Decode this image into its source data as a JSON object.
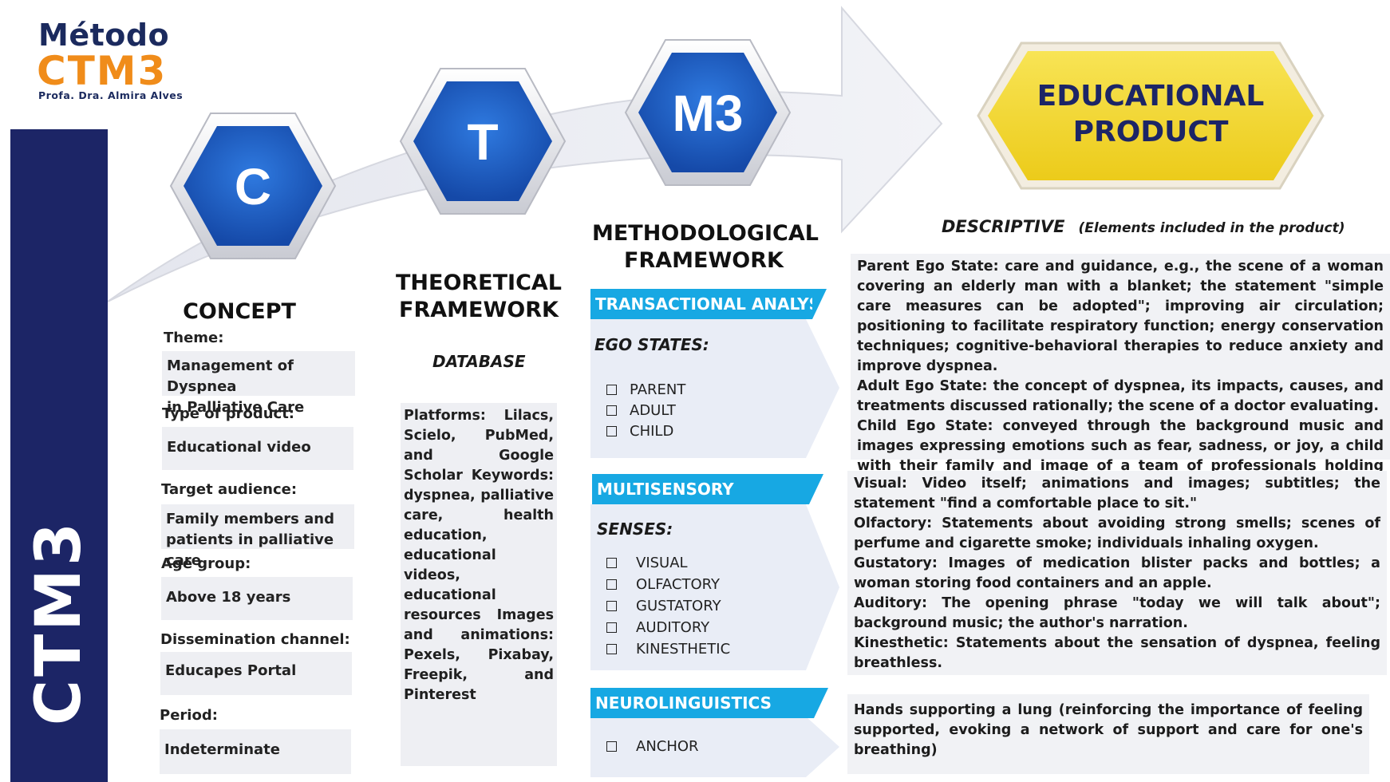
{
  "logo": {
    "line1": "Método",
    "line2": "CTM3",
    "author": "Profa. Dra. Almira Alves"
  },
  "sidebar": {
    "label": "CTM3"
  },
  "hexagons": {
    "c": "C",
    "t": "T",
    "m3": "M3"
  },
  "product": {
    "line1": "EDUCATIONAL",
    "line2": "PRODUCT"
  },
  "concept": {
    "heading": "CONCEPT",
    "theme_label": "Theme:",
    "theme_value_1": "Management of Dyspnea",
    "theme_value_2": "in Palliative Care",
    "type_label": "Type of product:",
    "type_value": "Educational video",
    "audience_label": "Target audience:",
    "audience_value_1": "Family members and",
    "audience_value_2": "patients in palliative care",
    "age_label": "Age group:",
    "age_value": "Above 18 years",
    "channel_label": "Dissemination channel:",
    "channel_value": "Educapes Portal",
    "period_label": "Period:",
    "period_value": "Indeterminate"
  },
  "theoretical": {
    "heading_1": "THEORETICAL",
    "heading_2": "FRAMEWORK",
    "database_label": "DATABASE",
    "text": "Platforms: Lilacs, Scielo, PubMed, and Google Scholar Keywords: dyspnea, palliative care, health education, educational videos, educational resources Images and animations: Pexels, Pixabay, Freepik, and Pinterest"
  },
  "methodological": {
    "heading_1": "METHODOLOGICAL",
    "heading_2": "FRAMEWORK",
    "ta_band": "TRANSACTIONAL ANALYSIS",
    "ego_label": "EGO STATES:",
    "ego_items": [
      "PARENT",
      "ADULT",
      "CHILD"
    ],
    "ms_band": "MULTISENSORY",
    "senses_label": "SENSES:",
    "senses_items": [
      "VISUAL",
      "OLFACTORY",
      "GUSTATORY",
      "AUDITORY",
      "KINESTHETIC"
    ],
    "nl_band": "NEUROLINGUISTICS",
    "nl_items": [
      "ANCHOR"
    ]
  },
  "descriptive": {
    "heading": "DESCRIPTIVE",
    "subheading": "(Elements included in the product)",
    "ego_paragraphs": [
      "Parent Ego State: care and guidance, e.g., the scene of a woman covering an elderly man with a blanket; the statement \"simple care measures can be adopted\"; improving air circulation; positioning to facilitate respiratory function; energy conservation techniques; cognitive-behavioral therapies to reduce anxiety and improve dyspnea.",
      "Adult Ego State: the concept of dyspnea, its impacts, causes, and treatments discussed rationally; the scene of a doctor evaluating.",
      "Child Ego State: conveyed through the background music and images expressing emotions such as fear, sadness, or joy, a child with their family and image of a team of professionals holding pieces of a puzzle."
    ],
    "sense_paragraphs": [
      "Visual: Video itself; animations and images; subtitles; the statement \"find a comfortable place to sit.\"",
      "Olfactory: Statements about avoiding strong smells; scenes of perfume and cigarette smoke; individuals inhaling oxygen.",
      "Gustatory: Images of medication blister packs and bottles; a woman storing food containers and an apple.",
      "Auditory: The opening phrase \"today we will talk about\"; background music; the author's narration.",
      "Kinesthetic: Statements about the sensation of dyspnea, feeling breathless."
    ],
    "nl_paragraph": "Hands supporting a lung (reinforcing the importance of feeling supported, evoking a network of support and care for one's breathing)"
  },
  "colors": {
    "navy": "#1c2566",
    "orange": "#f08c1a",
    "blue_hex": "#1f63c8",
    "band": "#17a8e3",
    "gold": "#f5d832",
    "panel": "#eeeff3"
  }
}
